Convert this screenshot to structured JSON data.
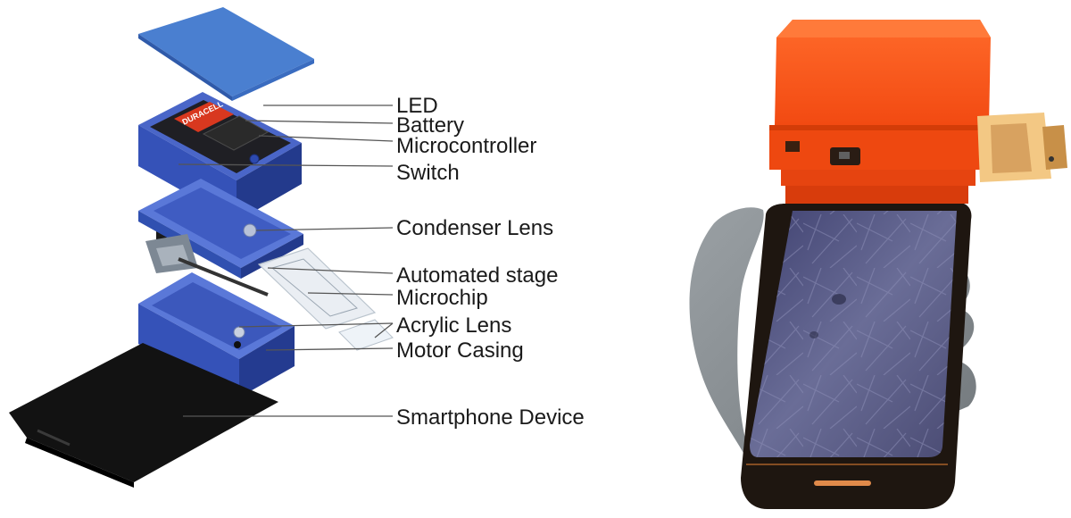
{
  "diagram": {
    "labels": [
      "LED",
      "Battery",
      "Microcontroller",
      "Switch",
      "Condenser Lens",
      "Automated stage",
      "Microchip",
      "Acrylic Lens",
      "Motor Casing",
      "Smartphone Device"
    ],
    "battery_brand": "DURACELL"
  },
  "colors": {
    "led_panel": "#4a7fd0",
    "casing_blue": "#3552b8",
    "casing_blue_dark": "#233a8c",
    "casing_blue_light": "#5a78d8",
    "battery_orange": "#d8381f",
    "pcb_dark": "#2a2a2a",
    "phone_black": "#121212",
    "device_orange": "#ff5a1e",
    "glove_grey": "#8c9296",
    "screen_purple": "#4e4f78"
  }
}
